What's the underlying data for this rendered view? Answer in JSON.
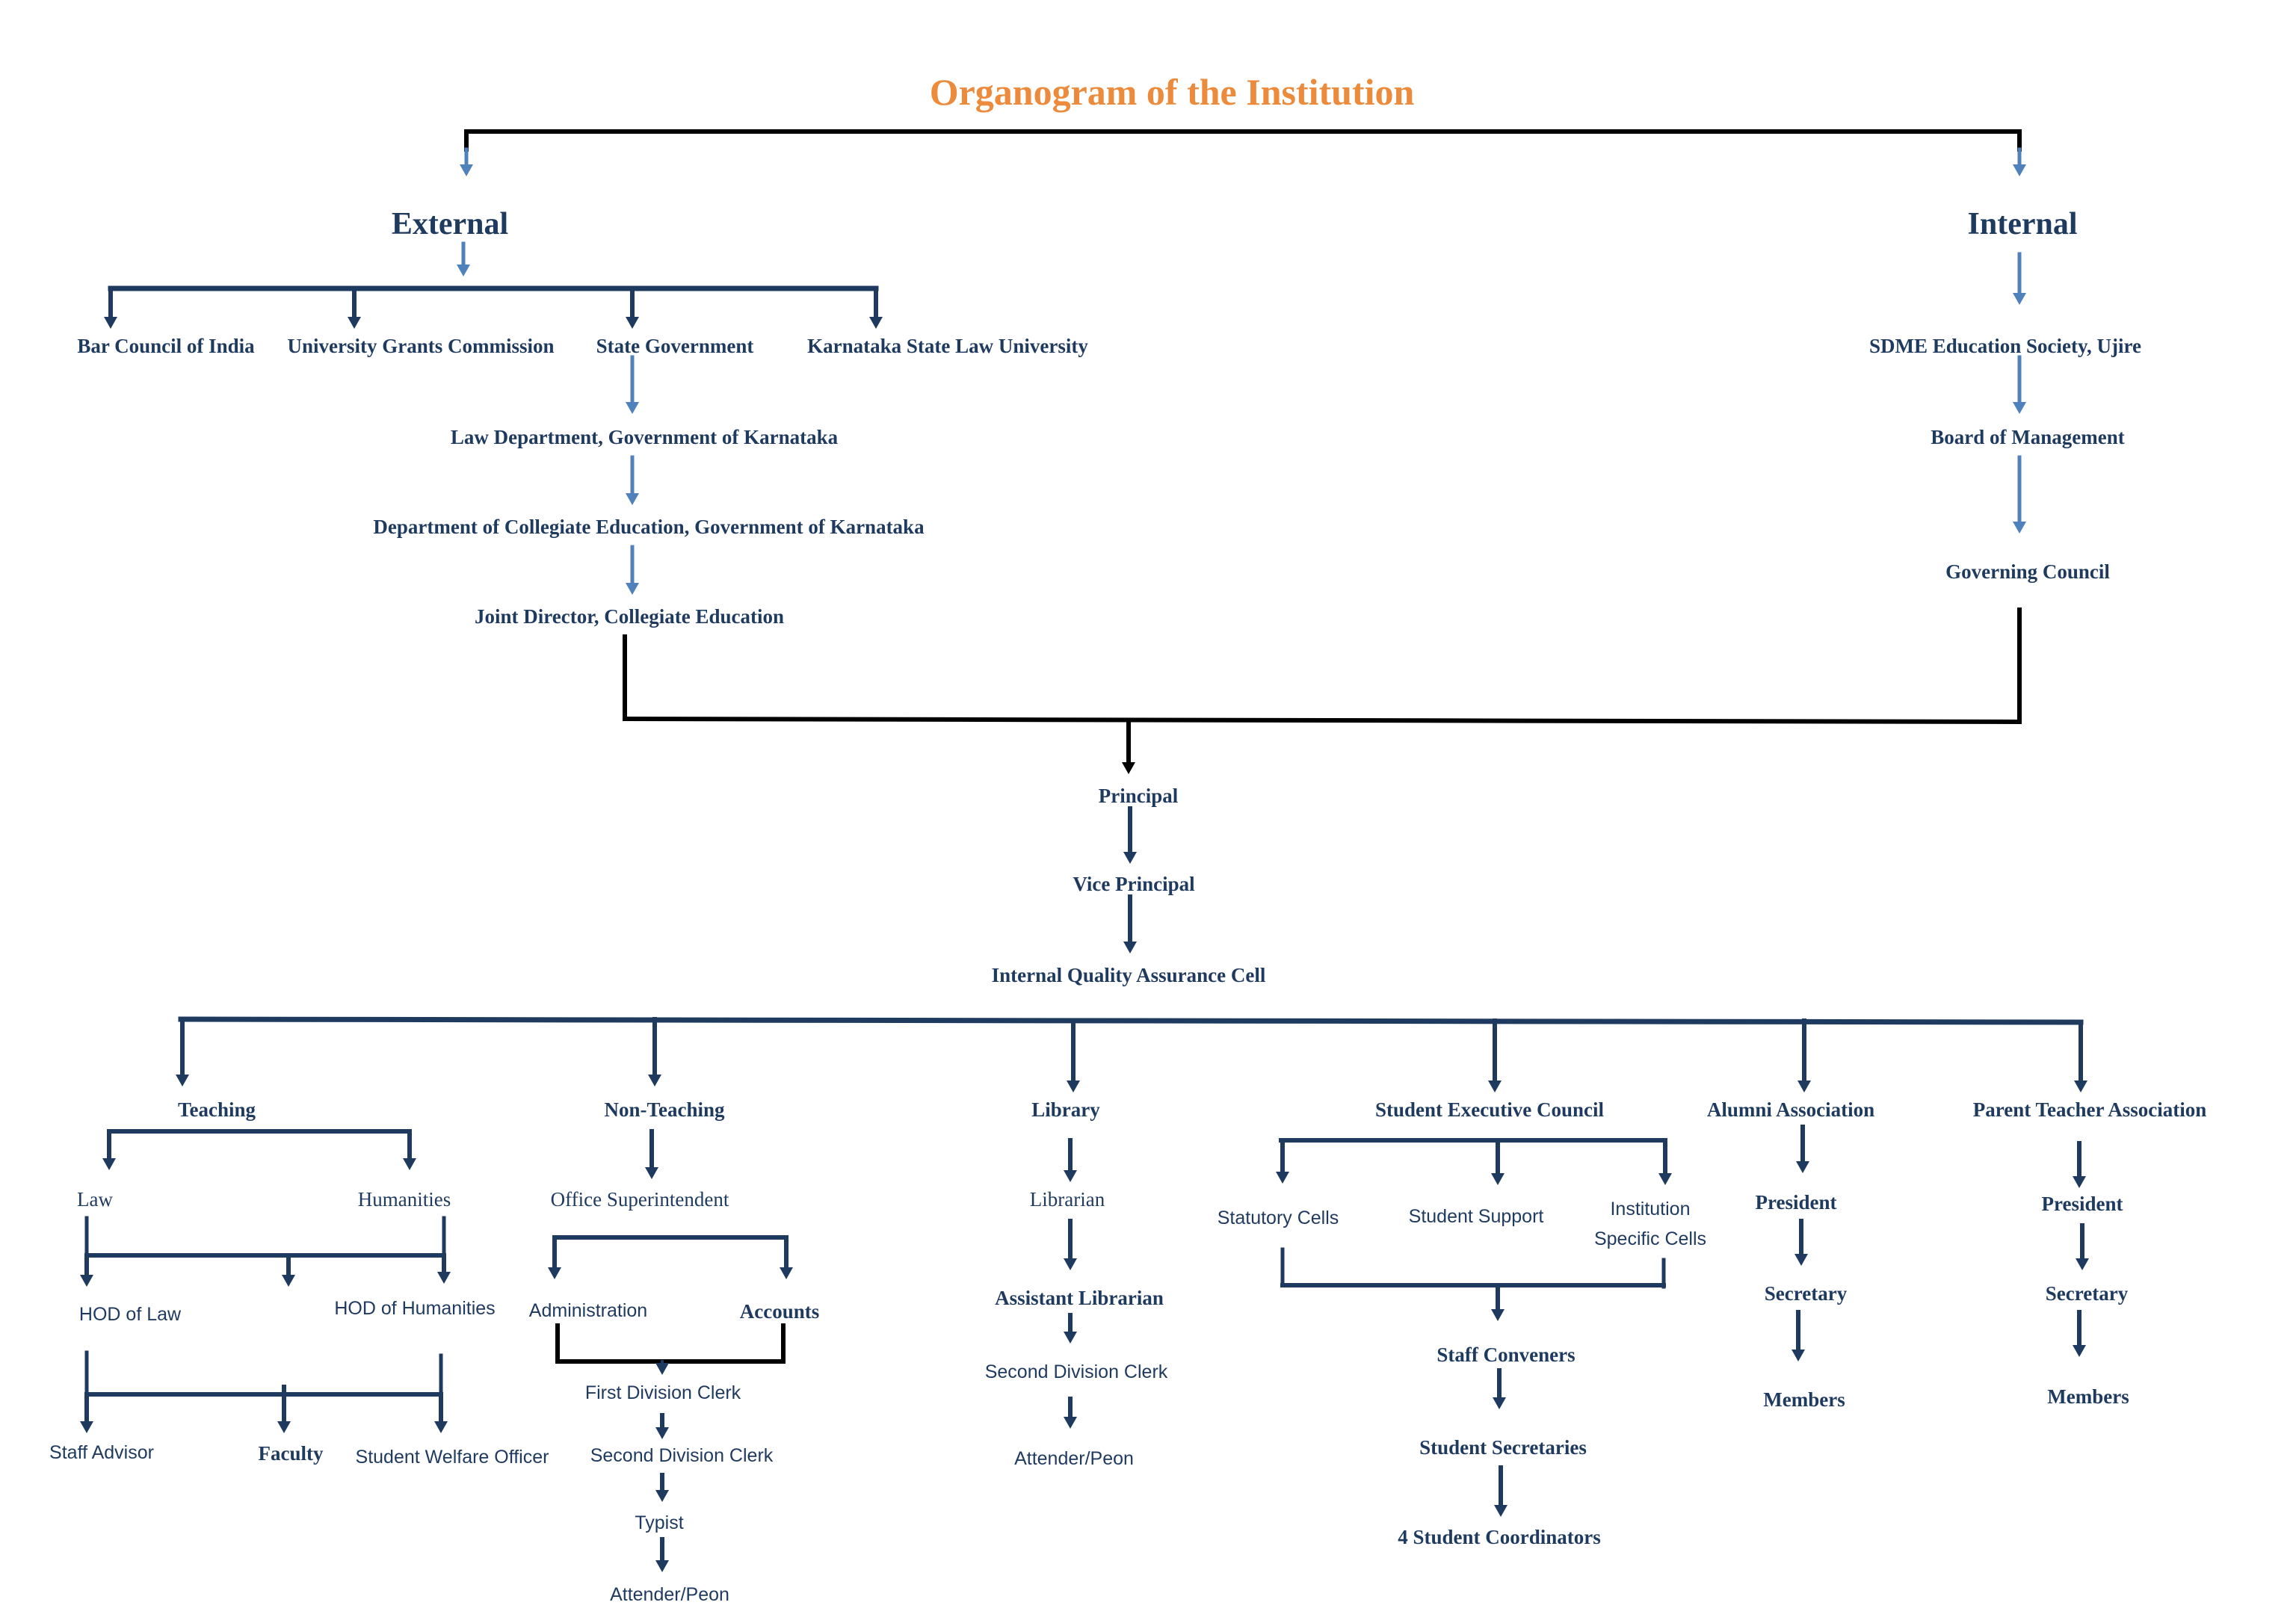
{
  "title": "Organogram of the Institution",
  "colors": {
    "title": "#ec8b3c",
    "text": "#1f3a5f",
    "connector_dark": "#1f3a5f",
    "connector_light": "#4f81bd",
    "connector_black": "#000000"
  },
  "external": {
    "heading": "External",
    "bodies": {
      "bar_council": "Bar Council of India",
      "ugc": "University Grants Commission",
      "state_government": "State Government",
      "ksl_university": "Karnataka State Law University"
    },
    "law_department": "Law Department, Government of Karnataka",
    "collegiate_education": "Department of Collegiate Education, Government of Karnataka",
    "joint_director": "Joint Director, Collegiate Education"
  },
  "internal": {
    "heading": "Internal",
    "society": "SDME Education Society, Ujire",
    "board": "Board of Management",
    "governing_council": "Governing Council"
  },
  "core": {
    "principal": "Principal",
    "vice_principal": "Vice Principal",
    "iqac": "Internal Quality Assurance Cell"
  },
  "teaching": {
    "heading": "Teaching",
    "law": "Law",
    "humanities": "Humanities",
    "hod_law": "HOD of Law",
    "hod_humanities": "HOD of Humanities",
    "staff_advisor": "Staff Advisor",
    "faculty": "Faculty",
    "student_welfare_officer": "Student Welfare Officer"
  },
  "non_teaching": {
    "heading": "Non-Teaching",
    "office_superintendent": "Office Superintendent",
    "administration": "Administration",
    "accounts": "Accounts",
    "first_division_clerk": "First Division Clerk",
    "second_division_clerk": "Second Division Clerk",
    "typist": "Typist",
    "attender_peon": "Attender/Peon"
  },
  "library": {
    "heading": "Library",
    "librarian": "Librarian",
    "assistant_librarian": "Assistant Librarian",
    "second_division_clerk": "Second Division Clerk",
    "attender_peon": "Attender/Peon"
  },
  "student_council": {
    "heading": "Student Executive Council",
    "statutory_cells": "Statutory Cells",
    "student_support": "Student Support",
    "institution_specific_line1": "Institution",
    "institution_specific_line2": "Specific Cells",
    "staff_conveners": "Staff Conveners",
    "student_secretaries": "Student Secretaries",
    "student_coordinators": "4 Student Coordinators"
  },
  "alumni": {
    "heading": "Alumni Association",
    "president": "President",
    "secretary": "Secretary",
    "members": "Members"
  },
  "pta": {
    "heading": "Parent Teacher Association",
    "president": "President",
    "secretary": "Secretary",
    "members": "Members"
  }
}
